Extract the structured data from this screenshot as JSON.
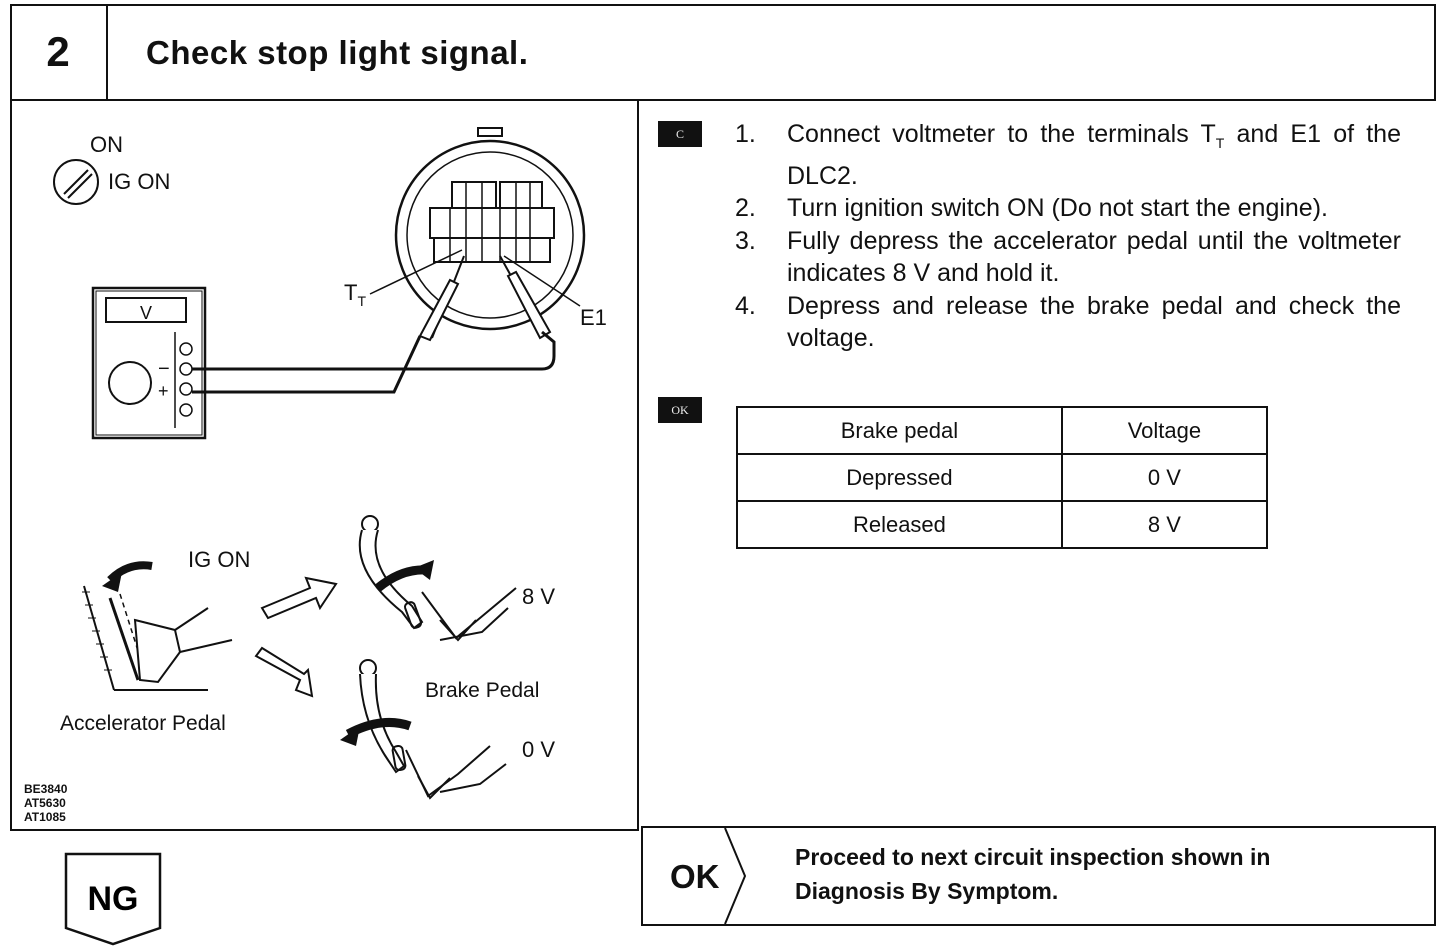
{
  "header": {
    "step_number": "2",
    "title": "Check stop light signal."
  },
  "figure": {
    "ign_on_label": "ON",
    "ign_ig_on_label": "IG ON",
    "meter_label": "V",
    "minus_sign": "−",
    "plus_sign": "+",
    "tt_label": "T",
    "tt_sub": "T",
    "e1_label": "E1",
    "ig_on_label": "IG ON",
    "volt_8": "8 V",
    "volt_0": "0 V",
    "brake_pedal_label": "Brake Pedal",
    "accel_pedal_label": "Accelerator Pedal",
    "codes": [
      "BE3840",
      "AT5630",
      "AT1085"
    ]
  },
  "badges": {
    "check": "C",
    "ok": "OK"
  },
  "instructions": [
    {
      "num": "1.",
      "pre": "Connect voltmeter to the terminals T",
      "sub": "T",
      "post": " and E1 of the DLC2."
    },
    {
      "num": "2.",
      "pre": "Turn ignition switch ON (Do not start the engine).",
      "sub": "",
      "post": ""
    },
    {
      "num": "3.",
      "pre": "Fully depress the accelerator pedal until the voltmeter indicates 8 V and hold it.",
      "sub": "",
      "post": ""
    },
    {
      "num": "4.",
      "pre": "Depress and release the brake pedal and check the voltage.",
      "sub": "",
      "post": ""
    }
  ],
  "table": {
    "headers": [
      "Brake pedal",
      "Voltage"
    ],
    "rows": [
      [
        "Depressed",
        "0 V"
      ],
      [
        "Released",
        "8 V"
      ]
    ]
  },
  "ok": {
    "label": "OK",
    "line1": "Proceed to next circuit inspection shown in",
    "line2": "Diagnosis By Symptom."
  },
  "ng": {
    "label": "NG"
  }
}
